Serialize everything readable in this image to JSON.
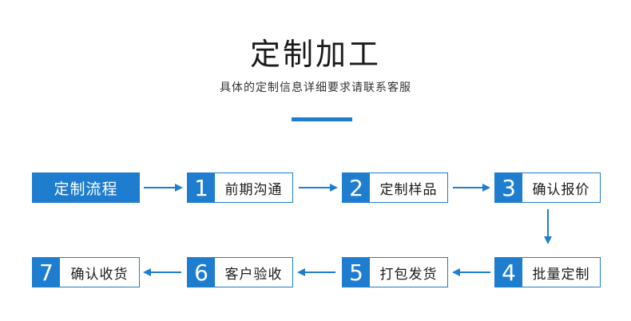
{
  "header": {
    "title": "定制加工",
    "subtitle": "具体的定制信息详细要求请联系客服"
  },
  "colors": {
    "accent": "#1f7dcf"
  },
  "flow": {
    "start_label": "定制流程",
    "steps": [
      {
        "num": "1",
        "label": "前期沟通"
      },
      {
        "num": "2",
        "label": "定制样品"
      },
      {
        "num": "3",
        "label": "确认报价"
      },
      {
        "num": "4",
        "label": "批量定制"
      },
      {
        "num": "5",
        "label": "打包发货"
      },
      {
        "num": "6",
        "label": "客户验收"
      },
      {
        "num": "7",
        "label": "确认收货"
      }
    ]
  }
}
